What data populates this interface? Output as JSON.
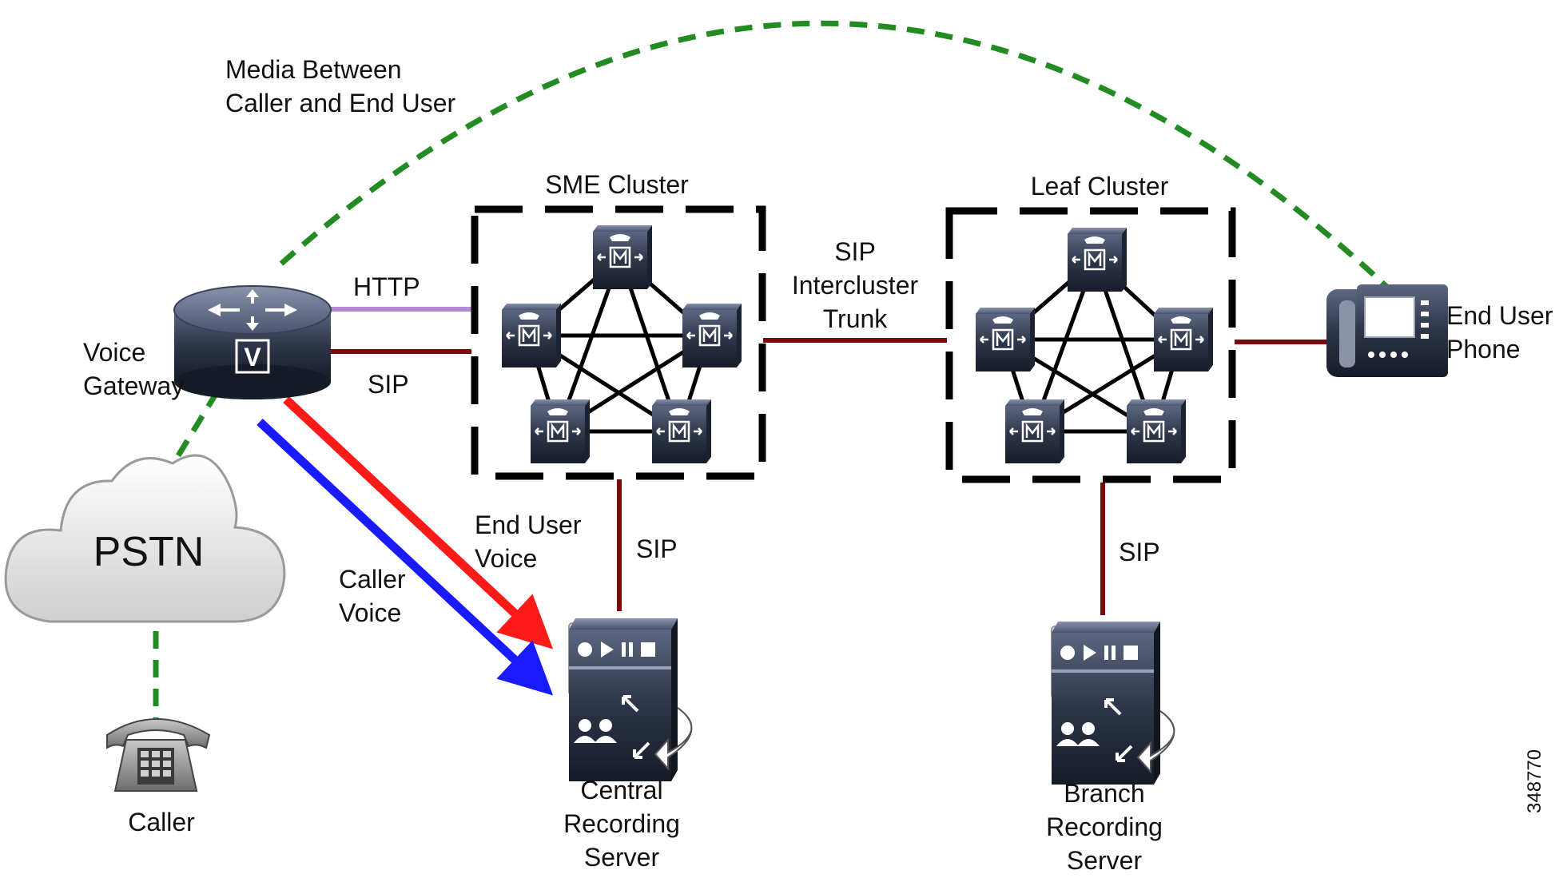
{
  "labels": {
    "media_line1": "Media Between",
    "media_line2": "Caller and End User",
    "sme_cluster": "SME Cluster",
    "leaf_cluster": "Leaf Cluster",
    "http": "HTTP",
    "sip_gateway": "SIP",
    "sip_trunk_line1": "SIP",
    "sip_trunk_line2": "Intercluster",
    "sip_trunk_line3": "Trunk",
    "voice_gateway_line1": "Voice",
    "voice_gateway_line2": "Gateway",
    "end_user_phone_line1": "End User",
    "end_user_phone_line2": "Phone",
    "pstn": "PSTN",
    "end_user_voice_line1": "End User",
    "end_user_voice_line2": "Voice",
    "caller_voice_line1": "Caller",
    "caller_voice_line2": "Voice",
    "sip_central": "SIP",
    "sip_branch": "SIP",
    "caller": "Caller",
    "central_line1": "Central",
    "central_line2": "Recording",
    "central_line3": "Server",
    "branch_line1": "Branch",
    "branch_line2": "Recording",
    "branch_line3": "Server",
    "figure_id": "348770",
    "gateway_badge": "V",
    "cucm_badge": "M"
  },
  "colors": {
    "media_dashed": "#228b22",
    "sip_line": "#7b0a0a",
    "http_line": "#b48ad6",
    "end_user_voice_arrow": "#ff1a1a",
    "caller_voice_arrow": "#1a1aff",
    "device_dark": "#2a3245"
  },
  "icons": {
    "voice_gateway": "router-icon",
    "cucm_node": "call-manager-icon",
    "phone": "ip-phone-icon",
    "caller_phone": "desk-telephone-icon",
    "cloud": "pstn-cloud-icon",
    "recording_server": "recording-server-icon"
  }
}
